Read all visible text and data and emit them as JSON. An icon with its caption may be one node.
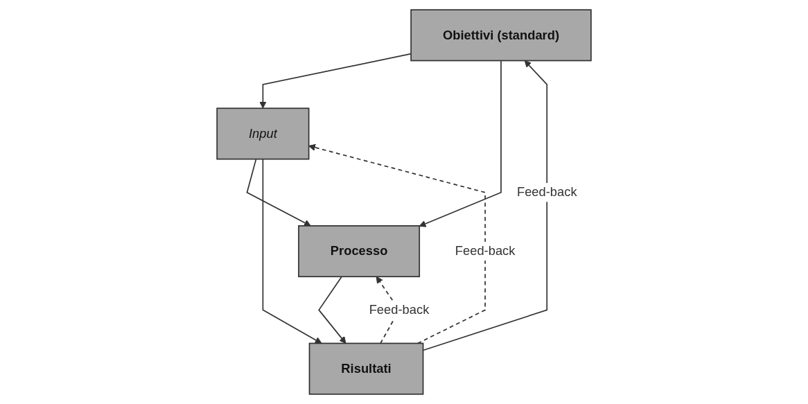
{
  "diagram": {
    "nodes": [
      {
        "text": [
          "Obiettivi (standard)"
        ]
      },
      {
        "text": [
          "Input"
        ]
      },
      {
        "text": [
          "Processo"
        ]
      },
      {
        "text": [
          "Risultati"
        ]
      }
    ],
    "edges": [
      {
        "from": 0,
        "to": 1,
        "arrow": "to"
      },
      {
        "from": 0,
        "to": 2,
        "arrow": "to"
      },
      {
        "from": 1,
        "to": 2,
        "arrow": "to"
      },
      {
        "from": 1,
        "to": 3,
        "arrow": "to"
      },
      {
        "from": 2,
        "to": 3,
        "arrow": "to"
      },
      {
        "from": 3,
        "to": 0,
        "arrow": "to",
        "label": "Feed-back"
      },
      {
        "from": 3,
        "to": 1,
        "arrow": "to",
        "label": "Feed-back",
        "style": "dashed"
      },
      {
        "from": 3,
        "to": 2,
        "arrow": "to",
        "label": "Feed-back",
        "style": "dashed"
      }
    ]
  }
}
